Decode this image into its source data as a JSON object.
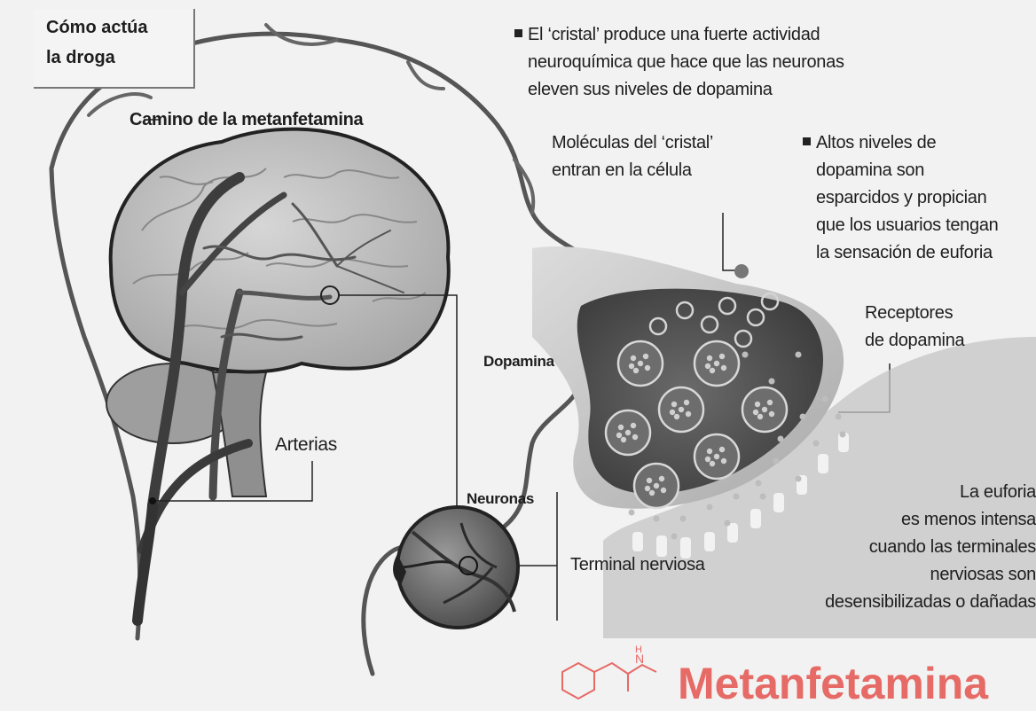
{
  "title": [
    "Cómo actúa",
    "la droga"
  ],
  "labels": {
    "path": "Camino de la metanfetamina",
    "arteries": "Arterias",
    "dopamine": "Dopamina",
    "neurons": "Neuronas",
    "terminal": "Terminal nerviosa",
    "molecules": [
      "Moléculas del ‘cristal’",
      "entran en la célula"
    ],
    "receptors": [
      "Receptores",
      "de dopamina"
    ]
  },
  "notes": {
    "crystal": [
      "El ‘cristal’ produce una fuerte actividad",
      "neuroquímica que hace que las neuronas",
      "eleven sus niveles de dopamina"
    ],
    "high_levels": [
      "Altos niveles de",
      "dopamina son",
      "esparcidos y propician",
      "que los usuarios tengan",
      "la sensación de euforia"
    ],
    "euphoria": [
      "La euforia",
      "es menos intensa",
      "cuando las terminales",
      "nerviosas son",
      "desensibilizadas o dañadas"
    ]
  },
  "logo": {
    "text": "Metanfetamina",
    "color": "#e66a66"
  },
  "colors": {
    "ink": "#1e1e1e",
    "brain": "#b9b9b9",
    "vessel": "#444444",
    "cell_dark": "#4f4f4f",
    "synapse": "#c8c8c8"
  }
}
